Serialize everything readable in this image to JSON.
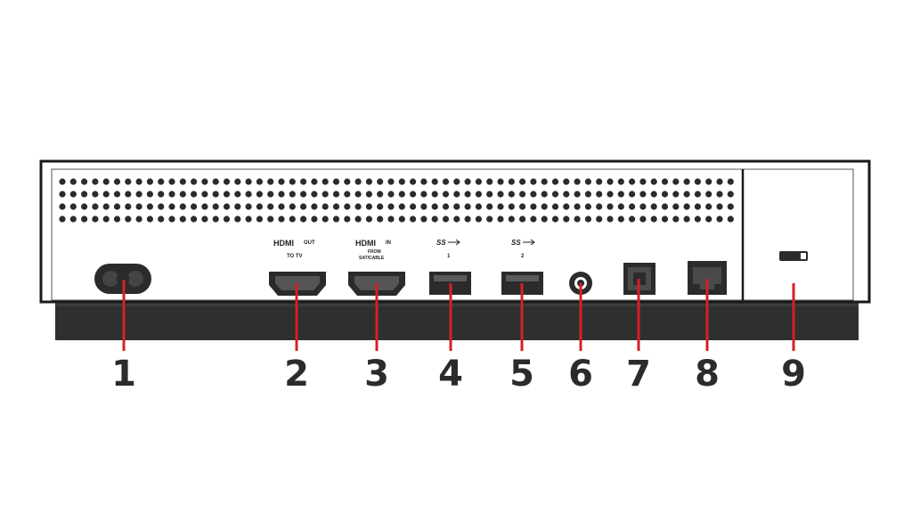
{
  "colors": {
    "outline": "#1a1a1a",
    "base": "#2f2f2f",
    "port_fill": "#2b2b2b",
    "vent_dot": "#2b2b2b",
    "callout": "#d42026",
    "label": "#2b2b2b",
    "background": "#ffffff"
  },
  "port_text": {
    "hdmi_out_brand": "HDMI",
    "hdmi_out_kind": "OUT",
    "hdmi_out_sub": "TO TV",
    "hdmi_in_brand": "HDMI",
    "hdmi_in_kind": "IN",
    "hdmi_in_sub_1": "FROM",
    "hdmi_in_sub_2": "SAT/CABLE",
    "usb_1_brand": "SS",
    "usb_1_num": "1",
    "usb_2_brand": "SS",
    "usb_2_num": "2"
  },
  "callouts": [
    {
      "number": "1",
      "port_icon": "power-socket-icon"
    },
    {
      "number": "2",
      "port_icon": "hdmi-out-port-icon"
    },
    {
      "number": "3",
      "port_icon": "hdmi-in-port-icon"
    },
    {
      "number": "4",
      "port_icon": "usb-port-icon"
    },
    {
      "number": "5",
      "port_icon": "usb-port-icon"
    },
    {
      "number": "6",
      "port_icon": "ir-out-jack-icon"
    },
    {
      "number": "7",
      "port_icon": "optical-audio-port-icon"
    },
    {
      "number": "8",
      "port_icon": "ethernet-port-icon"
    },
    {
      "number": "9",
      "port_icon": "security-lock-slot-icon"
    }
  ]
}
